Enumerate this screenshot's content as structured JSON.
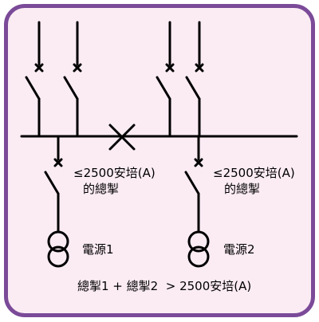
{
  "colors": {
    "frame_border": "#7b4a98",
    "frame_fill": "#fbecf4",
    "line": "#000000",
    "text": "#000000"
  },
  "diagram": {
    "breaker_left_rating": "≤2500安培(A)",
    "breaker_left_desc": "的總掣",
    "breaker_right_rating": "≤2500安培(A)",
    "breaker_right_desc": "的總掣",
    "source_left_label": "電源1",
    "source_right_label": "電源2",
    "summary": "總掣1 + 總掣2  > 2500安培(A)"
  }
}
